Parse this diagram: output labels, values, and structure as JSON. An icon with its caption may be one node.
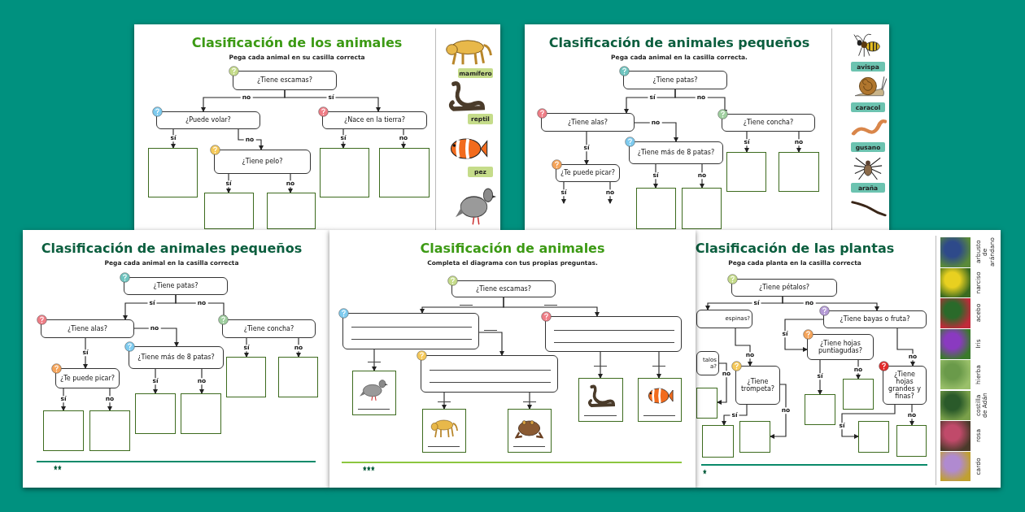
{
  "diagram": {
    "nodes": [
      {
        "text": [
          "Clasificación de los animales",
          "Pega cada animal en su casilla correcta"
        ]
      },
      {
        "text": [
          "¿Tiene escamas?"
        ],
        "in": 0
      },
      {
        "text": [
          "¿Puede volar?"
        ],
        "in": 0
      },
      {
        "text": [
          "¿Nace en la tierra?"
        ],
        "in": 0
      },
      {
        "text": [],
        "shape": "box",
        "in": 0
      },
      {
        "text": [
          "¿Tiene pelo?"
        ],
        "in": 0
      },
      {
        "text": [],
        "shape": "box",
        "in": 0
      },
      {
        "text": [],
        "shape": "box",
        "in": 0
      },
      {
        "text": [],
        "shape": "box",
        "in": 0
      },
      {
        "text": [],
        "shape": "box",
        "in": 0
      },
      {
        "text": [
          "mamífero"
        ],
        "in": 0
      },
      {
        "text": [
          "reptil"
        ],
        "in": 0
      },
      {
        "text": [
          "pez"
        ],
        "in": 0
      },
      {
        "text": [
          "Clasificación de animales pequeños",
          "Pega cada animal en la casilla correcta."
        ]
      },
      {
        "text": [
          "¿Tiene patas?"
        ],
        "in": 13
      },
      {
        "text": [
          "¿Tiene alas?"
        ],
        "in": 13
      },
      {
        "text": [
          "¿Tiene concha?"
        ],
        "in": 13
      },
      {
        "text": [
          "¿Tiene más de 8 patas?"
        ],
        "in": 13
      },
      {
        "text": [
          "¿Te puede picar?"
        ],
        "in": 13
      },
      {
        "text": [],
        "shape": "box",
        "in": 13
      },
      {
        "text": [],
        "shape": "box",
        "in": 13
      },
      {
        "text": [],
        "shape": "box",
        "in": 13
      },
      {
        "text": [],
        "shape": "box",
        "in": 13
      },
      {
        "text": [
          "avispa"
        ],
        "in": 13
      },
      {
        "text": [
          "caracol"
        ],
        "in": 13
      },
      {
        "text": [
          "gusano"
        ],
        "in": 13
      },
      {
        "text": [
          "araña"
        ],
        "in": 13
      },
      {
        "text": [
          "Clasificación de animales pequeños",
          "Pega cada animal en la casilla correcta"
        ]
      },
      {
        "text": [
          "¿Tiene patas?"
        ],
        "in": 27
      },
      {
        "text": [
          "¿Tiene alas?"
        ],
        "in": 27
      },
      {
        "text": [
          "¿Tiene concha?"
        ],
        "in": 27
      },
      {
        "text": [
          "¿Tiene más de 8 patas?"
        ],
        "in": 27
      },
      {
        "text": [
          "¿Te puede picar?"
        ],
        "in": 27
      },
      {
        "text": [],
        "shape": "box",
        "in": 27
      },
      {
        "text": [],
        "shape": "box",
        "in": 27
      },
      {
        "text": [],
        "shape": "box",
        "in": 27
      },
      {
        "text": [],
        "shape": "box",
        "in": 27
      },
      {
        "text": [],
        "shape": "box",
        "in": 27
      },
      {
        "text": [],
        "shape": "box",
        "in": 27
      },
      {
        "text": [
          "Clasificación de animales",
          "Completa el diagrama con tus propias preguntas."
        ]
      },
      {
        "text": [
          "¿Tiene escamas?"
        ],
        "in": 39
      },
      {
        "text": [],
        "shape": "box",
        "in": 39
      },
      {
        "text": [],
        "shape": "box",
        "in": 39
      },
      {
        "text": [],
        "shape": "box",
        "in": 39
      },
      {
        "text": [],
        "shape": "picture",
        "in": 39
      },
      {
        "text": [],
        "shape": "picture",
        "in": 39
      },
      {
        "text": [],
        "shape": "picture",
        "in": 39
      },
      {
        "text": [],
        "shape": "picture",
        "in": 39
      },
      {
        "text": [],
        "shape": "picture",
        "in": 39
      },
      {
        "text": [
          "Clasificación de las plantas",
          "Pega cada planta en la casilla correcta"
        ]
      },
      {
        "text": [
          "¿Tiene pétalos?"
        ],
        "in": 49
      },
      {
        "text": [
          "espinas?"
        ],
        "in": 49
      },
      {
        "text": [
          "¿Tiene bayas o fruta?"
        ],
        "in": 49
      },
      {
        "text": [
          "¿Tiene hojas puntiagudas?"
        ],
        "in": 49
      },
      {
        "text": [
          "talos a?"
        ],
        "in": 49
      },
      {
        "text": [
          "¿Tiene trompeta?"
        ],
        "in": 49
      },
      {
        "text": [
          "¿Tiene hojas grandes y finas?"
        ],
        "in": 49
      },
      {
        "text": [],
        "shape": "box",
        "in": 49
      },
      {
        "text": [],
        "shape": "box",
        "in": 49
      },
      {
        "text": [],
        "shape": "box",
        "in": 49
      },
      {
        "text": [],
        "shape": "box",
        "in": 49
      },
      {
        "text": [],
        "shape": "box",
        "in": 49
      },
      {
        "text": [],
        "shape": "box",
        "in": 49
      },
      {
        "text": [],
        "shape": "box",
        "in": 49
      }
    ],
    "edges": [
      {
        "from": 1,
        "to": 2,
        "arrow": "to",
        "label": "no"
      },
      {
        "from": 1,
        "to": 3,
        "arrow": "to",
        "label": "sí"
      },
      {
        "from": 2,
        "to": 4,
        "arrow": "to",
        "label": "sí"
      },
      {
        "from": 2,
        "to": 5,
        "arrow": "to",
        "label": "no"
      },
      {
        "from": 5,
        "to": 6,
        "arrow": "to",
        "label": "sí"
      },
      {
        "from": 5,
        "to": 7,
        "arrow": "to",
        "label": "no"
      },
      {
        "from": 3,
        "to": 8,
        "arrow": "to",
        "label": "sí"
      },
      {
        "from": 3,
        "to": 9,
        "arrow": "to",
        "label": "no"
      },
      {
        "from": 14,
        "to": 15,
        "arrow": "to",
        "label": "sí"
      },
      {
        "from": 14,
        "to": 16,
        "arrow": "to",
        "label": "no"
      },
      {
        "from": 15,
        "to": 17,
        "arrow": "to",
        "label": "no"
      },
      {
        "from": 15,
        "to": 18,
        "arrow": "to",
        "label": "sí"
      },
      {
        "from": 18,
        "to": null,
        "arrow": "to",
        "label": "sí"
      },
      {
        "from": 18,
        "to": null,
        "arrow": "to",
        "label": "no"
      },
      {
        "from": 17,
        "to": 19,
        "arrow": "to",
        "label": "sí"
      },
      {
        "from": 17,
        "to": 20,
        "arrow": "to",
        "label": "no"
      },
      {
        "from": 16,
        "to": 21,
        "arrow": "to",
        "label": "sí"
      },
      {
        "from": 16,
        "to": 22,
        "arrow": "to",
        "label": "no"
      },
      {
        "from": 28,
        "to": 29,
        "arrow": "to",
        "label": "sí"
      },
      {
        "from": 28,
        "to": 30,
        "arrow": "to",
        "label": "no"
      },
      {
        "from": 29,
        "to": 31,
        "arrow": "to",
        "label": "no"
      },
      {
        "from": 29,
        "to": 32,
        "arrow": "to",
        "label": "sí"
      },
      {
        "from": 32,
        "to": 33,
        "arrow": "to",
        "label": "sí"
      },
      {
        "from": 32,
        "to": 34,
        "arrow": "to",
        "label": "no"
      },
      {
        "from": 31,
        "to": 35,
        "arrow": "to",
        "label": "sí"
      },
      {
        "from": 31,
        "to": 36,
        "arrow": "to",
        "label": "no"
      },
      {
        "from": 30,
        "to": 37,
        "arrow": "to",
        "label": "sí"
      },
      {
        "from": 30,
        "to": 38,
        "arrow": "to",
        "label": "no"
      },
      {
        "from": 40,
        "to": 41,
        "arrow": "to"
      },
      {
        "from": 40,
        "to": 42,
        "arrow": "to"
      },
      {
        "from": 41,
        "to": 44,
        "arrow": "to"
      },
      {
        "from": 41,
        "to": 43,
        "arrow": "to"
      },
      {
        "from": 43,
        "to": 45,
        "arrow": "to"
      },
      {
        "from": 43,
        "to": 46,
        "arrow": "to"
      },
      {
        "from": 42,
        "to": 47,
        "arrow": "to"
      },
      {
        "from": 42,
        "to": 48,
        "arrow": "to"
      },
      {
        "from": 50,
        "to": 51,
        "arrow": "to",
        "label": "sí"
      },
      {
        "from": 50,
        "to": 52,
        "arrow": "to",
        "label": "no"
      },
      {
        "from": 51,
        "to": 55,
        "arrow": "to",
        "label": "no"
      },
      {
        "from": 54,
        "to": 57,
        "arrow": "to",
        "label": "no"
      },
      {
        "from": 55,
        "to": 58,
        "arrow": "to",
        "label": "sí"
      },
      {
        "from": 55,
        "to": 59,
        "arrow": "to",
        "label": "no"
      },
      {
        "from": 52,
        "to": 53,
        "arrow": "to",
        "label": "sí"
      },
      {
        "from": 52,
        "to": 56,
        "arrow": "to",
        "label": "no"
      },
      {
        "from": 53,
        "to": 60,
        "arrow": "to",
        "label": "sí"
      },
      {
        "from": 53,
        "to": 61,
        "arrow": "to",
        "label": "no"
      },
      {
        "from": 56,
        "to": 62,
        "arrow": "to",
        "label": "sí"
      },
      {
        "from": 56,
        "to": 63,
        "arrow": "to",
        "label": "no"
      }
    ],
    "labels": [
      "arbusto de arándano",
      "narciso",
      "acebo",
      "Iris",
      "hierba",
      "costilla de Adán",
      "rosa",
      "cardo"
    ]
  }
}
